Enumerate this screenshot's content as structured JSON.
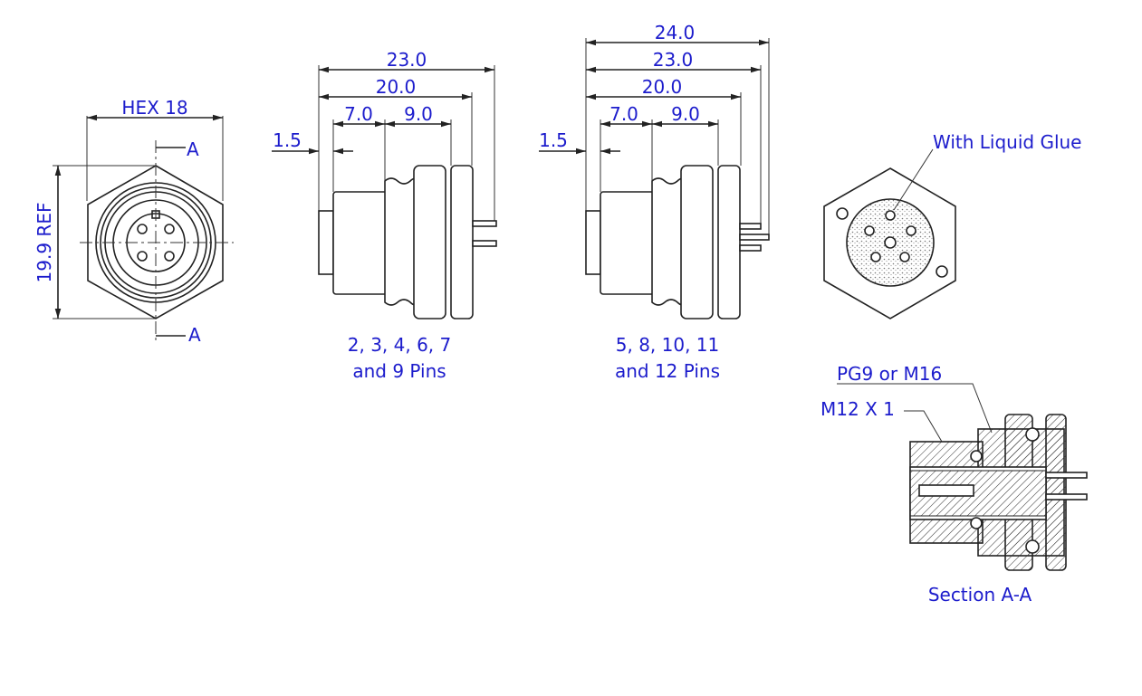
{
  "front_view": {
    "hex_label": "HEX 18",
    "height_label": "19.9 REF",
    "section_mark_top": "A",
    "section_mark_bottom": "A"
  },
  "side_view_1": {
    "dim_overall": "23.0",
    "dim_body": "20.0",
    "dim_cap": "7.0",
    "dim_thread": "9.0",
    "dim_step": "1.5",
    "caption_line1": "2, 3, 4, 6, 7",
    "caption_line2": "and 9 Pins"
  },
  "side_view_2": {
    "dim_total": "24.0",
    "dim_overall": "23.0",
    "dim_body": "20.0",
    "dim_cap": "7.0",
    "dim_thread": "9.0",
    "dim_step": "1.5",
    "caption_line1": "5, 8, 10, 11",
    "caption_line2": "and 12 Pins"
  },
  "rear_view": {
    "callout": "With Liquid Glue"
  },
  "section_view": {
    "callout_thread_panel": "PG9 or M16",
    "callout_thread_front": "M12 X 1",
    "caption": "Section A-A"
  },
  "colors": {
    "label": "#1c1ccc",
    "line": "#222222"
  }
}
